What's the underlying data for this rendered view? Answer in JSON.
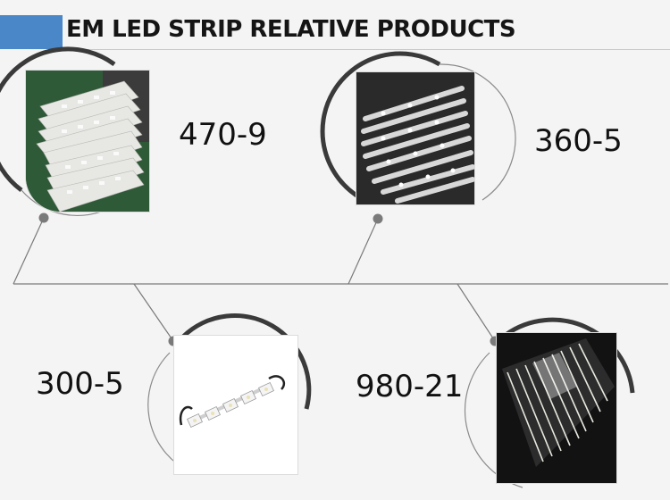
{
  "header": {
    "title": "EM LED STRIP RELATIVE PRODUCTS",
    "accent_color": "#4a87c8"
  },
  "products": [
    {
      "code": "470-9",
      "photo": "stacked-led-module-strips-photo"
    },
    {
      "code": "360-5",
      "photo": "led-strips-on-dark-background-photo"
    },
    {
      "code": "300-5",
      "photo": "led-module-chain-with-cables-photo"
    },
    {
      "code": "980-21",
      "photo": "bright-led-panel-photo"
    }
  ]
}
